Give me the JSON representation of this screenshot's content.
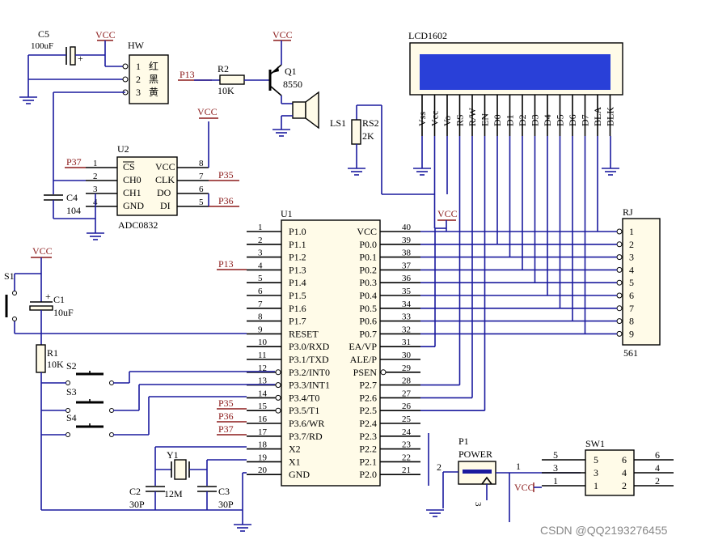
{
  "watermark": "CSDN @QQ2193276455",
  "power_labels": {
    "vcc": "VCC"
  },
  "buzzer": {
    "c5_ref": "C5",
    "c5_val": "100uF",
    "hw_ref": "HW",
    "hw_pins": [
      "1",
      "2",
      "3"
    ],
    "hw_colors": [
      "红",
      "黑",
      "黄"
    ],
    "net_p13": "P13",
    "r2_ref": "R2",
    "r2_val": "10K",
    "q1_ref": "Q1",
    "q1_val": "8550",
    "ls1_ref": "LS1"
  },
  "adc": {
    "ref": "U2",
    "part": "ADC0832",
    "left_pins": [
      {
        "num": "1",
        "name": "CS"
      },
      {
        "num": "2",
        "name": "CH0"
      },
      {
        "num": "3",
        "name": "CH1"
      },
      {
        "num": "4",
        "name": "GND"
      }
    ],
    "right_pins": [
      {
        "num": "8",
        "name": "VCC"
      },
      {
        "num": "7",
        "name": "CLK"
      },
      {
        "num": "6",
        "name": "DO"
      },
      {
        "num": "5",
        "name": "DI"
      }
    ],
    "net_p37": "P37",
    "net_p35": "P35",
    "net_p36": "P36",
    "c4_ref": "C4",
    "c4_val": "104"
  },
  "lcd": {
    "title": "LCD1602",
    "pins": [
      "Vss",
      "Vcc",
      "Vo",
      "RS",
      "R/W",
      "EN",
      "D0",
      "D1",
      "D2",
      "D3",
      "D4",
      "D5",
      "D6",
      "D7",
      "BLA",
      "BLK"
    ],
    "rs2_ref": "RS2",
    "rs2_val": "2K"
  },
  "mcu": {
    "ref": "U1",
    "left": [
      {
        "n": "1",
        "name": "P1.0"
      },
      {
        "n": "2",
        "name": "P1.1"
      },
      {
        "n": "3",
        "name": "P1.2"
      },
      {
        "n": "4",
        "name": "P1.3"
      },
      {
        "n": "5",
        "name": "P1.4"
      },
      {
        "n": "6",
        "name": "P1.5"
      },
      {
        "n": "7",
        "name": "P1.6"
      },
      {
        "n": "8",
        "name": "P1.7"
      },
      {
        "n": "9",
        "name": "RESET"
      },
      {
        "n": "10",
        "name": "P3.0/RXD"
      },
      {
        "n": "11",
        "name": "P3.1/TXD"
      },
      {
        "n": "12",
        "name": "P3.2/INT0"
      },
      {
        "n": "13",
        "name": "P3.3/INT1"
      },
      {
        "n": "14",
        "name": "P3.4/T0"
      },
      {
        "n": "15",
        "name": "P3.5/T1"
      },
      {
        "n": "16",
        "name": "P3.6/WR"
      },
      {
        "n": "17",
        "name": "P3.7/RD"
      },
      {
        "n": "18",
        "name": "X2"
      },
      {
        "n": "19",
        "name": "X1"
      },
      {
        "n": "20",
        "name": "GND"
      }
    ],
    "right": [
      {
        "n": "40",
        "name": "VCC"
      },
      {
        "n": "39",
        "name": "P0.0"
      },
      {
        "n": "38",
        "name": "P0.1"
      },
      {
        "n": "37",
        "name": "P0.2"
      },
      {
        "n": "36",
        "name": "P0.3"
      },
      {
        "n": "35",
        "name": "P0.4"
      },
      {
        "n": "34",
        "name": "P0.5"
      },
      {
        "n": "33",
        "name": "P0.6"
      },
      {
        "n": "32",
        "name": "P0.7"
      },
      {
        "n": "31",
        "name": "EA/VP"
      },
      {
        "n": "30",
        "name": "ALE/P"
      },
      {
        "n": "29",
        "name": "PSEN"
      },
      {
        "n": "28",
        "name": "P2.7"
      },
      {
        "n": "27",
        "name": "P2.6"
      },
      {
        "n": "26",
        "name": "P2.5"
      },
      {
        "n": "25",
        "name": "P2.4"
      },
      {
        "n": "24",
        "name": "P2.3"
      },
      {
        "n": "23",
        "name": "P2.2"
      },
      {
        "n": "22",
        "name": "P2.1"
      },
      {
        "n": "21",
        "name": "P2.0"
      }
    ],
    "net_p13": "P13",
    "net_p35": "P35",
    "net_p36": "P36",
    "net_p37": "P37"
  },
  "rj": {
    "ref": "RJ",
    "part": "561",
    "pins": [
      "1",
      "2",
      "3",
      "4",
      "5",
      "6",
      "7",
      "8",
      "9"
    ]
  },
  "reset": {
    "s1_ref": "S1",
    "c1_ref": "C1",
    "c1_val": "10uF",
    "r1_ref": "R1",
    "r1_val": "10K",
    "s2_ref": "S2",
    "s3_ref": "S3",
    "s4_ref": "S4"
  },
  "crystal": {
    "y1_ref": "Y1",
    "y1_val": "12M",
    "c2_ref": "C2",
    "c2_val": "30P",
    "c3_ref": "C3",
    "c3_val": "30P"
  },
  "power": {
    "p1_ref": "P1",
    "p1_val": "POWER",
    "p1_pins": [
      "1",
      "2",
      "3"
    ],
    "sw1_ref": "SW1",
    "sw1_left": [
      "5",
      "3",
      "1"
    ],
    "sw1_right": [
      "6",
      "4",
      "2"
    ],
    "sw1_outer_left": [
      "5",
      "3",
      "1"
    ],
    "sw1_outer_right": [
      "6",
      "4",
      "2"
    ]
  }
}
